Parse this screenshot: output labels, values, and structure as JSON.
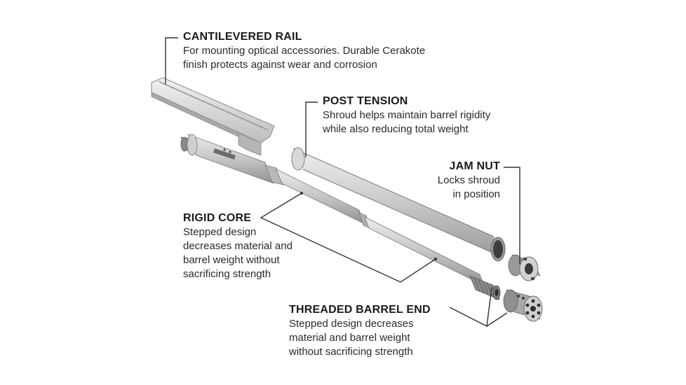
{
  "colors": {
    "part_fill": "#c9c9c9",
    "part_light": "#e6e6e6",
    "part_dark": "#8f8f8f",
    "part_outline": "#6e6e6e",
    "leader_line": "#333333",
    "text": "#222222"
  },
  "callouts": {
    "rail": {
      "title": "CANTILEVERED RAIL",
      "desc_1": "For mounting optical accessories. Durable Cerakote",
      "desc_2": "finish protects against wear and corrosion"
    },
    "tension": {
      "title": "POST TENSION",
      "desc_1": "Shroud helps maintain barrel rigidity",
      "desc_2": "while also reducing total weight"
    },
    "jam_nut": {
      "title": "JAM NUT",
      "desc_1": "Locks shroud",
      "desc_2": "in position"
    },
    "rigid_core": {
      "title": "RIGID CORE",
      "desc_1": "Stepped design",
      "desc_2": "decreases material and",
      "desc_3": "barrel weight without",
      "desc_4": "sacrificing strength"
    },
    "threaded_end": {
      "title": "THREADED BARREL END",
      "desc_1": "Stepped design decreases",
      "desc_2": "material and barrel weight",
      "desc_3": "without sacrificing strength"
    }
  }
}
